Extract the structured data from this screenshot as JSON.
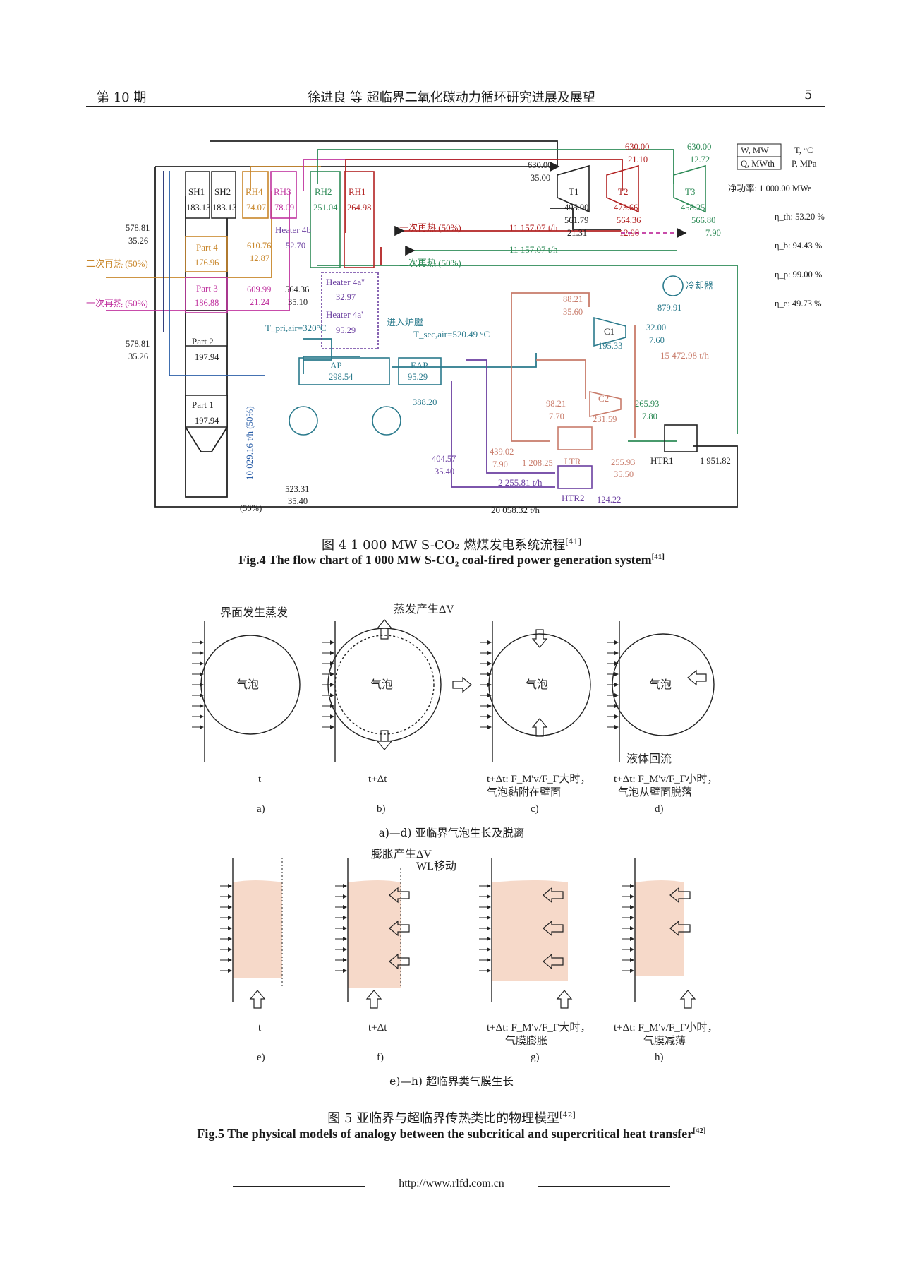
{
  "header": {
    "issue": "第 10 期",
    "title": "徐进良 等 超临界二氧化碳动力循环研究进展及展望",
    "page_number": "5"
  },
  "fig4": {
    "caption_cn": "图 4 1 000 MW S-CO₂ 燃煤发电系统流程",
    "caption_en": "Fig.4 The flow chart of 1 000 MW S-CO₂ coal-fired power generation system",
    "ref": "[41]",
    "legend_units": [
      "W, MW",
      "Q, MWth"
    ],
    "legend_units2": [
      "T, °C",
      "P, MPa"
    ],
    "net_power": "净功率: 1 000.00 MWe",
    "efficiencies": [
      "η_th: 53.20 %",
      "η_b: 94.43 %",
      "η_p: 99.00 %",
      "η_e: 49.73 %"
    ],
    "boiler": {
      "SH1": "183.13",
      "SH2": "183.13",
      "RH4": "74.07",
      "RH3": "78.09",
      "RH2": "251.04",
      "RH1": "264.98",
      "Part4": "176.96",
      "Part3": "186.88",
      "Part2": "197.94",
      "Part1": "197.94",
      "Heater4b": "52.70",
      "Heater4a2": "32.97",
      "Heater4a1": "95.29",
      "AP": "298.54",
      "EAP": "95.29"
    },
    "turbines": {
      "T1": "495.00",
      "T2": "473.66",
      "T3": "458.25",
      "C1": "195.33",
      "C2": "231.59",
      "cooler": "879.91"
    },
    "exchangers": {
      "HTR1": "1 951.82",
      "LTR": "1 208.25",
      "HTR2": "124.22"
    },
    "labels": {
      "second_reheat": "二次再热 (50%)",
      "first_reheat": "一次再热 (50%)",
      "first_reheat_flow": "一次再热 (50%)",
      "second_reheat_flow": "二次再热 (50%)",
      "cooler": "冷却器",
      "into_furnace": "进入炉膛",
      "t_pri": "T_pri,air=320°C",
      "t_sec": "T_sec,air=520.49 °C",
      "flow_10029": "10 029.16 t/h (50%)",
      "flow_20058": "20 058.32 t/h",
      "flow_15472": "15 472.98 t/h",
      "flow_2255": "2 255.81 t/h",
      "flow_11157a": "11 157.07 t/h",
      "flow_11157b": "11 157.07 t/h"
    },
    "states": {
      "s578a": [
        "578.81",
        "35.26"
      ],
      "s578b": [
        "578.81",
        "35.26"
      ],
      "s630": [
        "630.00",
        "35.00"
      ],
      "s630b": [
        "630.00",
        "21.10"
      ],
      "s630c": [
        "630.00",
        "12.72"
      ],
      "s561": [
        "561.79",
        "21.31"
      ],
      "s564": [
        "564.36",
        "12.98"
      ],
      "s566": [
        "566.80",
        "7.90"
      ],
      "s610": [
        "610.76",
        "12.87"
      ],
      "s609": [
        "609.99",
        "21.24"
      ],
      "s564b": [
        "564.36",
        "35.10"
      ],
      "s88": [
        "88.21",
        "35.60"
      ],
      "s32": [
        "32.00",
        "7.60"
      ],
      "s98": [
        "98.21",
        "7.70"
      ],
      "s265": [
        "265.93",
        "7.80"
      ],
      "s404": [
        "404.57",
        "35.40"
      ],
      "s439": [
        "439.02",
        "7.90"
      ],
      "s255": [
        "255.93",
        "35.50"
      ],
      "s523": [
        "523.31",
        "35.40"
      ],
      "s388": "388.20",
      "s50": "(50%)"
    }
  },
  "fig5": {
    "caption_cn": "图 5 亚临界与超临界传热类比的物理模型",
    "caption_en": "Fig.5 The physical models of analogy between the subcritical and supercritical heat transfer",
    "ref": "[42]",
    "sub_ad": "a)—d) 亚临界气泡生长及脱离",
    "sub_eh": "e)—h) 超临界类气膜生长",
    "bubble": "气泡",
    "interface_evap": "界面发生蒸发",
    "evap_dv": "蒸发产生ΔV",
    "liquid_return": "液体回流",
    "expand_dv": "膨胀产生ΔV",
    "wl_move": "WL移动",
    "panels_top": [
      {
        "time": "t",
        "note": "",
        "letter": "a)"
      },
      {
        "time": "t+Δt",
        "note": "",
        "letter": "b)"
      },
      {
        "time": "t+Δt: F_M'v/F_Γ大时，",
        "note": "气泡黏附在壁面",
        "letter": "c)"
      },
      {
        "time": "t+Δt: F_M'v/F_Γ小时，",
        "note": "气泡从壁面脱落",
        "letter": "d)"
      }
    ],
    "panels_bottom": [
      {
        "time": "t",
        "note": "",
        "letter": "e)"
      },
      {
        "time": "t+Δt",
        "note": "",
        "letter": "f)"
      },
      {
        "time": "t+Δt: F_M'v/F_Γ大时，",
        "note": "气膜膨胀",
        "letter": "g)"
      },
      {
        "time": "t+Δt: F_M'v/F_Γ小时，",
        "note": "气膜减薄",
        "letter": "h)"
      }
    ]
  },
  "footer": {
    "url": "http://www.rlfd.com.cn"
  },
  "colors": {
    "orange": "#c8862a",
    "magenta": "#c0339f",
    "green": "#2e8b57",
    "red": "#b22222",
    "blue": "#2b5fa8",
    "navy": "#1e2a6e",
    "teal": "#2a7a8c",
    "salmon": "#c87b6a",
    "purple": "#6b3fa0",
    "film": "#f6d9c9"
  }
}
